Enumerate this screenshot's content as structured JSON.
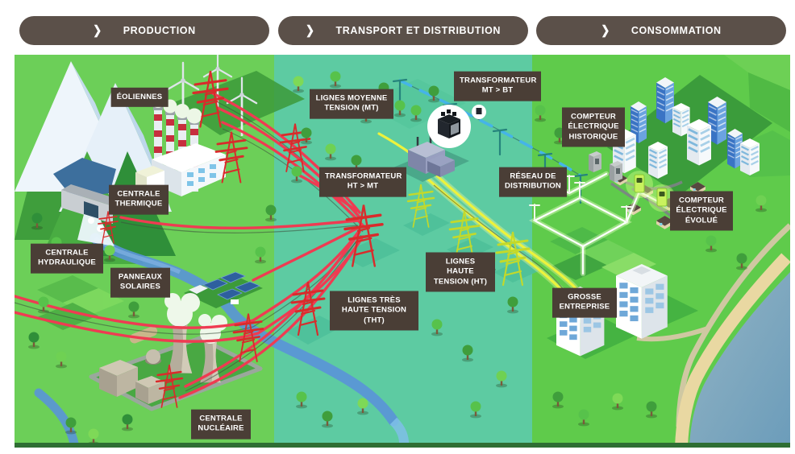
{
  "header": {
    "chevron_icon": "❯",
    "buttons": [
      {
        "label": "PRODUCTION"
      },
      {
        "label": "TRANSPORT ET DISTRIBUTION"
      },
      {
        "label": "CONSOMMATION"
      }
    ]
  },
  "diagram": {
    "labels": {
      "eoliennes": "ÉOLIENNES",
      "centrale_thermique": "CENTRALE THERMIQUE",
      "centrale_hydraulique": "CENTRALE HYDRAULIQUE",
      "panneaux_solaires": "PANNEAUX SOLAIRES",
      "centrale_nucleaire": "CENTRALE NUCLÉAIRE",
      "lignes_mt": "LIGNES MOYENNE TENSION (MT)",
      "transformateur_ht_mt": "TRANSFORMATEUR HT > MT",
      "transformateur_mt_bt": "TRANSFORMATEUR MT > BT",
      "reseau_distribution": "RÉSEAU DE DISTRIBUTION",
      "lignes_ht": "LIGNES HAUTE TENSION (HT)",
      "lignes_tht": "LIGNES TRÈS HAUTE TENSION (THT)",
      "compteur_historique": "COMPTEUR ÉLECTRIQUE HISTORIQUE",
      "compteur_evolue": "COMPTEUR ÉLECTRIQUE ÉVOLUÉ",
      "grosse_entreprise": "GROSSE ENTREPRISE"
    }
  },
  "colors": {
    "header_button_bg": "#5b5049",
    "header_button_text": "#ffffff",
    "label_bg": "#4a3e36",
    "label_text": "#ffffff",
    "zone_production_bg": "#6ccf58",
    "zone_transport_bg": "#5dcba2",
    "zone_consommation_bg": "#5fcb4b",
    "line_tht_red": "#ef3b52",
    "line_ht_yellow": "#edf23d",
    "line_mt_blue": "#45b4e8",
    "line_bt_white": "#ffffff",
    "pylon_red": "#d92b2b",
    "pylon_yellow": "#c3d92a",
    "smart_meter_green": "#c9f25e"
  }
}
